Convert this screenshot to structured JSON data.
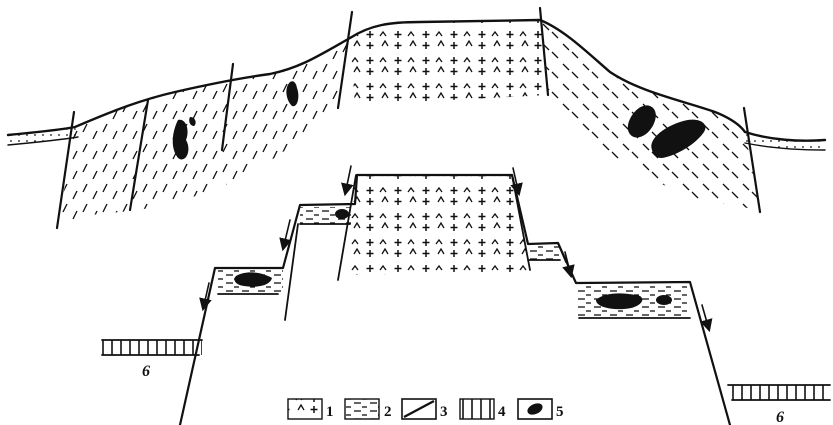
{
  "legend": [
    {
      "number": "1",
      "pattern": "granite"
    },
    {
      "number": "2",
      "pattern": "shale-dashes"
    },
    {
      "number": "3",
      "pattern": "fault-line"
    },
    {
      "number": "4",
      "pattern": "vertical-hatch"
    },
    {
      "number": "5",
      "pattern": "ore-body"
    }
  ],
  "block_labels": {
    "left": "6",
    "right": "6"
  },
  "colors": {
    "ink": "#111111",
    "background": "#ffffff"
  }
}
